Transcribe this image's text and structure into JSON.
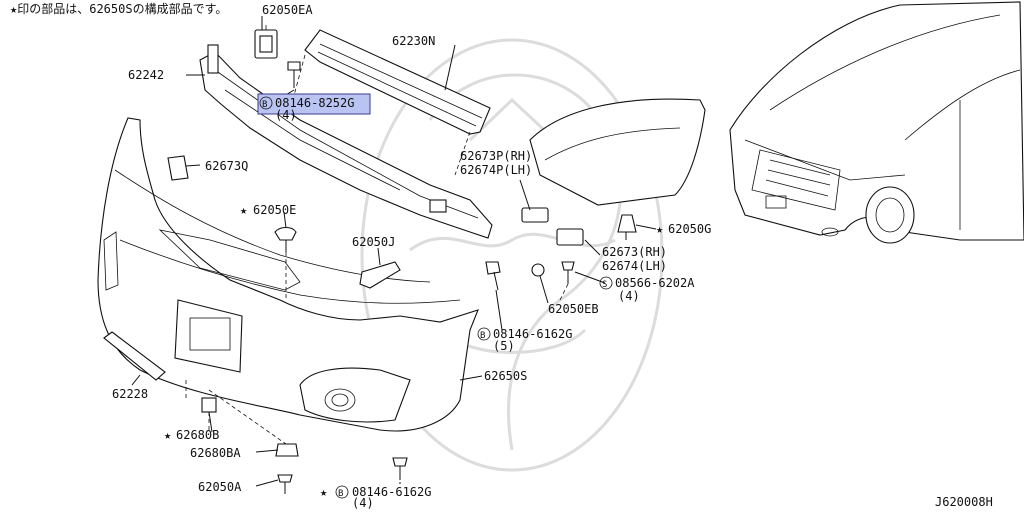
{
  "note": "★印の部品は、62650Sの構成部品です。",
  "diagram_code": "J620008H",
  "labels": {
    "p62050EA": "62050EA",
    "p62230N": "62230N",
    "p62242": "62242",
    "b08146_8252G": "08146-8252G",
    "b08146_8252G_qty": "(4)",
    "p62673Q": "62673Q",
    "p62050E": "62050E",
    "p62050J": "62050J",
    "p62673P": "62673P(RH)",
    "p62674P": "62674P(LH)",
    "p62050G": "62050G",
    "p62673": "62673(RH)",
    "p62674": "62674(LH)",
    "s08566_6202A": "08566-6202A",
    "s08566_6202A_qty": "(4)",
    "p62050EB": "62050EB",
    "b08146_6162G_a": "08146-6162G",
    "b08146_6162G_a_qty": "(5)",
    "p62650S": "62650S",
    "p62228": "62228",
    "p62680B": "62680B",
    "p62680BA": "62680BA",
    "p62050A": "62050A",
    "b08146_6162G_b": "08146-6162G",
    "b08146_6162G_b_qty": "(4)"
  },
  "symbols": {
    "star": "★",
    "bolt_marker": "B",
    "screw_marker": "S"
  },
  "colors": {
    "highlight": "#b9c4f2",
    "ink": "#111111",
    "watermark": "#dcdcdc"
  }
}
